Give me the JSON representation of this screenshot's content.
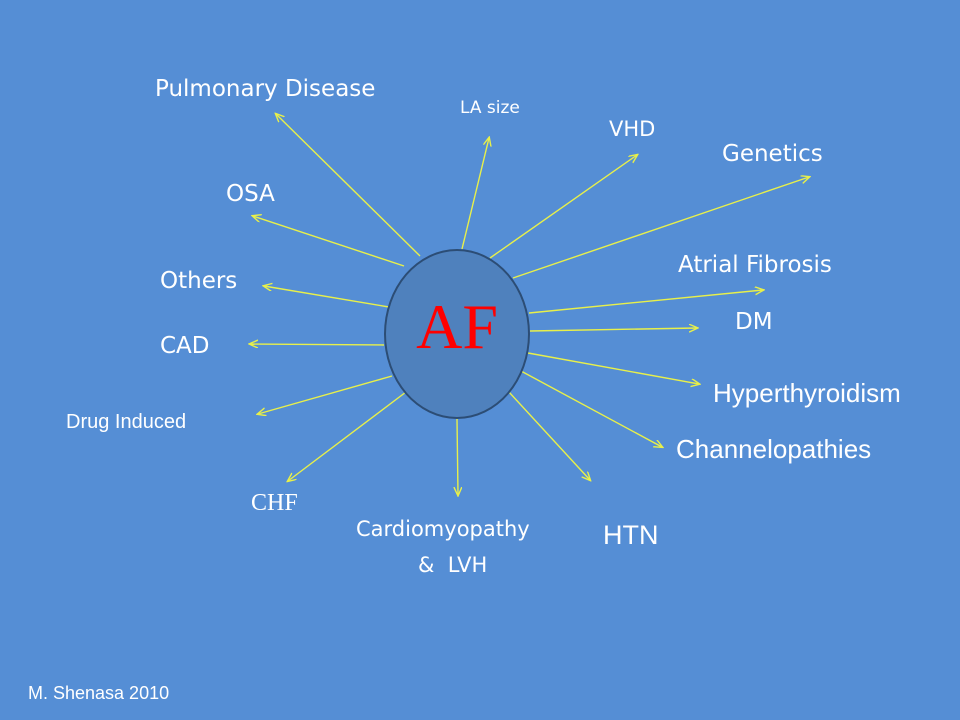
{
  "diagram": {
    "center": "AF",
    "factors": [
      {
        "id": "pulmonary",
        "label": "Pulmonary Disease"
      },
      {
        "id": "la-size",
        "label": "LA size"
      },
      {
        "id": "vhd",
        "label": "VHD"
      },
      {
        "id": "genetics",
        "label": "Genetics"
      },
      {
        "id": "osa",
        "label": "OSA"
      },
      {
        "id": "atrial-fibrosis",
        "label": "Atrial Fibrosis"
      },
      {
        "id": "others",
        "label": "Others"
      },
      {
        "id": "dm",
        "label": "DM"
      },
      {
        "id": "cad",
        "label": "CAD"
      },
      {
        "id": "hyperthyroidism",
        "label": "Hyperthyroidism"
      },
      {
        "id": "drug-induced",
        "label": "Drug Induced"
      },
      {
        "id": "channelopathies",
        "label": "Channelopathies"
      },
      {
        "id": "chf",
        "label": "CHF"
      },
      {
        "id": "cardiomyopathy-1",
        "label": "Cardiomyopathy"
      },
      {
        "id": "cardiomyopathy-2",
        "label": "&  LVH"
      },
      {
        "id": "htn",
        "label": "HTN"
      }
    ],
    "credit": "M. Shenasa 2010"
  },
  "colors": {
    "background": "#558ed5",
    "node_fill": "#4f81bd",
    "node_border": "#2c4d75",
    "arrow": "#e8f04a",
    "center_text": "#ff0000",
    "text": "#ffffff"
  }
}
